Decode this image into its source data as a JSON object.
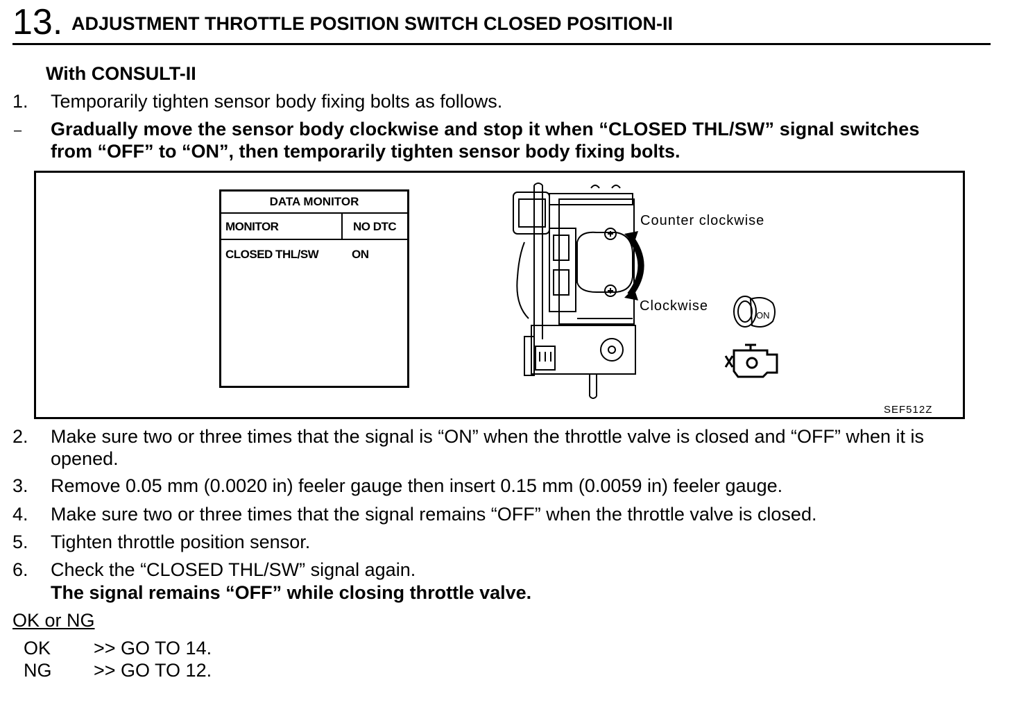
{
  "header": {
    "step_number": "13.",
    "title": "ADJUSTMENT THROTTLE POSITION SWITCH CLOSED POSITION-II"
  },
  "subheading": "With CONSULT-II",
  "steps_before": [
    {
      "num": "1.",
      "text": "Temporarily tighten sensor body fixing bolts as follows."
    }
  ],
  "dash_item": {
    "marker": "–",
    "line1": "Gradually move the sensor body clockwise and stop it when “CLOSED THL/SW” signal switches",
    "line2": "from “OFF” to “ON”, then temporarily tighten sensor body fixing bolts."
  },
  "figure": {
    "monitor": {
      "title": "DATA MONITOR",
      "col1": "MONITOR",
      "col2": "NO DTC",
      "row_label": "CLOSED THL/SW",
      "row_value": "ON"
    },
    "label_ccw": "Counter clockwise",
    "label_cw": "Clockwise",
    "key_label": "ON",
    "figure_id": "SEF512Z"
  },
  "steps_after": [
    {
      "num": "2.",
      "line1": "Make sure two or three times that the signal is “ON” when the throttle valve is closed and “OFF” when it is",
      "line2": "opened."
    },
    {
      "num": "3.",
      "line1": "Remove 0.05 mm (0.0020 in) feeler gauge then insert 0.15 mm (0.0059 in) feeler gauge."
    },
    {
      "num": "4.",
      "line1": "Make sure two or three times that the signal remains “OFF” when the throttle valve is closed."
    },
    {
      "num": "5.",
      "line1": "Tighten throttle position sensor."
    },
    {
      "num": "6.",
      "line1": "Check the “CLOSED THL/SW” signal again.",
      "line2": "The signal remains “OFF” while closing throttle valve."
    }
  ],
  "decision": {
    "heading": "OK or NG",
    "ok_label": "OK",
    "ok_action": ">> GO TO 14.",
    "ng_label": "NG",
    "ng_action": ">> GO TO 12."
  }
}
